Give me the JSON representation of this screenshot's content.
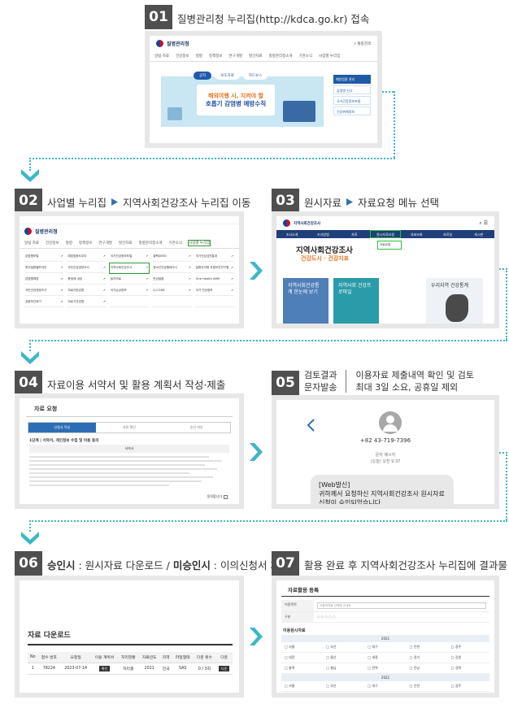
{
  "steps": {
    "s01": {
      "num": "01",
      "title": "질병관리청 누리집(http://kdca.go.kr) 접속"
    },
    "s02": {
      "num": "02",
      "title_a": "사업별 누리집",
      "title_b": "지역사회건강조사 누리집 이동"
    },
    "s03": {
      "num": "03",
      "title_a": "원시자료",
      "title_b": "자료요청 메뉴 선택"
    },
    "s04": {
      "num": "04",
      "title": "자료이용 서약서 및 활용 계획서 작성·제출"
    },
    "s05": {
      "num": "05",
      "title_a1": "검토결과",
      "title_a2": "문자발송",
      "title_b1": "이용자료 제출내역 확인 및 검토",
      "title_b2": "최대 3일 소요, 공휴일 제외"
    },
    "s06": {
      "num": "06",
      "title_a": "승인시",
      "title_b": " : 원시자료 다운로드 / ",
      "title_c": "미승인시",
      "title_d": " : 이의신청서 제출"
    },
    "s07": {
      "num": "07",
      "title": "활용 완료 후 지역사회건강조사 누리집에 결과물 등록"
    }
  },
  "screen01": {
    "logo": "질병관리청",
    "search_label": "통합검색",
    "nav": [
      "알림·자료",
      "건강정보",
      "질병",
      "정책정보",
      "연구개발",
      "발간자료",
      "질병관리청소개",
      "기관소식",
      "사업별 누리집"
    ],
    "pills": [
      "공지",
      "보도자료",
      "카드뉴스"
    ],
    "banner_line1": "해외여행 시, 지켜야 할",
    "banner_line2": "호흡기 감염병 예방수칙",
    "side_items": [
      "예방접종 관리",
      "감염병 신고",
      "국가건강정보포털",
      "건강위해정보"
    ]
  },
  "screen02": {
    "logo": "질병관리청",
    "nav": [
      "알림·자료",
      "건강정보",
      "질병",
      "정책정보",
      "연구개발",
      "발간자료",
      "질병관리청소개",
      "기관소식",
      "사업별 누리집"
    ],
    "items": [
      "감염병포털",
      "예방접종도우미",
      "국가건강정보포털",
      "결핵ZERO",
      "국가건강검진통계",
      "희귀질환헬프라인",
      "국민건강영양조사",
      "지역사회건강조사",
      "청소년건강행태조사",
      "질병관리청 국립보건연구원",
      "감염병예방",
      "항생제 내성",
      "일차의료",
      "만성질환",
      "One Health AMR",
      "국민건강영양조사",
      "의료관련감염",
      "국가손상정보",
      "G-CODE",
      "국가 건강정보",
      "공중보건위기",
      "의료기관감염",
      "",
      "",
      ""
    ],
    "highlight_index": 7
  },
  "screen03": {
    "site_name": "지역사회건강조사",
    "nav": [
      "조사소개",
      "조사방법",
      "자료",
      "원시자료요청",
      "지표조회",
      "자료실",
      "게시판"
    ],
    "highlight_nav_index": 3,
    "dropdown_label": "자료요청",
    "title": "지역사회건강조사",
    "subtitle": "건강도시 · 건강지표",
    "cards": [
      "지역사회건강통계 한눈에 보기",
      "지역사회 건강프로파일",
      "우리지역 건강통계"
    ]
  },
  "screen04": {
    "heading": "자료 요청",
    "tabs": [
      "신청서 작성",
      "자료 확인",
      "승인 여부"
    ],
    "section": "1단계 | 서약서, 개인정보 수집 및 이용 동의",
    "section_tag": "서약서",
    "button": "동의합니다"
  },
  "screen05": {
    "phone_number": "+82 43-719-7396",
    "meta_line1": "문자 메시지",
    "meta_line2": "(오늘) 오전 9:37",
    "message": "[Web발신]\n귀하께서 요청하신 지역사회건강조사 원시자료 신청이 승인되었습니다."
  },
  "screen06": {
    "title": "자료 다운로드",
    "columns": [
      "No",
      "접수 번호",
      "요청일",
      "이용 계획서",
      "처리현황",
      "자료년도",
      "지역",
      "파일형태",
      "다운 횟수",
      "다운"
    ],
    "rows": [
      [
        "1",
        "78224",
        "2023-07-14",
        "확인",
        "처리중",
        "2021",
        "전국",
        "SAS",
        "0 / 3회",
        "다운"
      ]
    ]
  },
  "screen07": {
    "title": "자료활용 등록",
    "field1": "이용목적",
    "field2": "구분",
    "placeholder": "이용목적을 선택해 주세요",
    "section": "이용원시자료",
    "years": [
      "2021",
      "2022"
    ],
    "regions": [
      "서울",
      "부산",
      "대구",
      "인천",
      "광주",
      "대전",
      "울산",
      "세종",
      "경기",
      "강원",
      "충북",
      "충남",
      "전북",
      "전남",
      "경북"
    ]
  },
  "colors": {
    "accent": "#3cb7c9",
    "number_bg": "#4f4f4f",
    "frame": "#e7e7e7"
  }
}
